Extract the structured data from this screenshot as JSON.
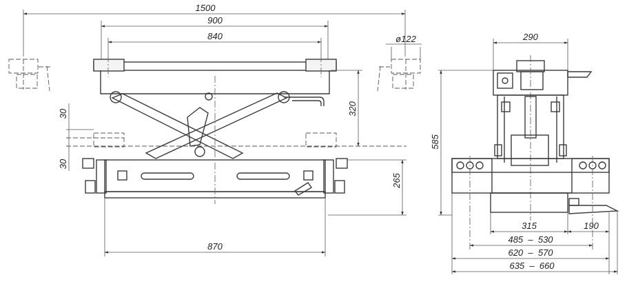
{
  "dimensions": {
    "overall_width": "1500",
    "top_outer": "900",
    "top_inner": "840",
    "pad_diameter": "ø122",
    "stroke_upper": "30",
    "stroke_lower": "30",
    "lift_height": "320",
    "base_height": "265",
    "base_length": "870",
    "side_top_width": "290",
    "side_total_height": "585",
    "side_315": "315",
    "side_190": "190",
    "side_range_1": "485  –  530",
    "side_range_2": "620  –  570",
    "side_range_3": "635  –  660"
  }
}
